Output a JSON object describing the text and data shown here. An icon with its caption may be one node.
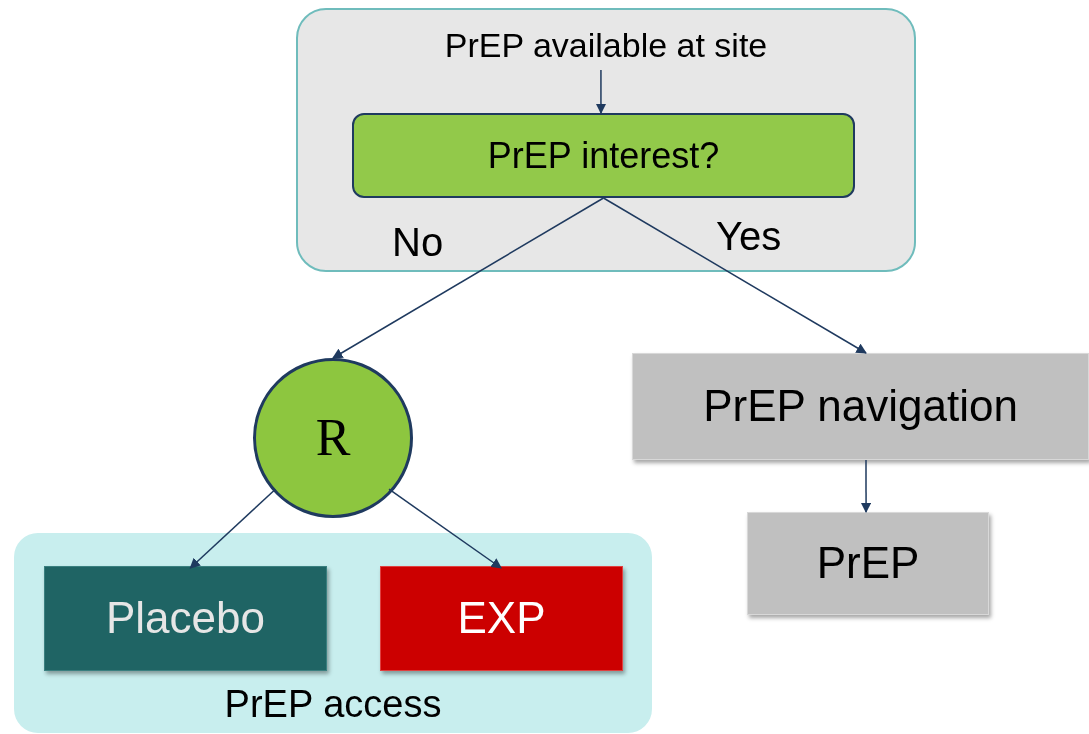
{
  "diagram": {
    "nodes": [
      {
        "text": [],
        "shape": "box"
      },
      {
        "text": [
          "PrEP available at site"
        ],
        "in": 0
      },
      {
        "text": [
          "PrEP interest?"
        ],
        "in": 0
      },
      {
        "text": [
          "R"
        ]
      },
      {
        "text": [
          "PrEP navigation"
        ]
      },
      {
        "text": [
          "PrEP"
        ]
      },
      {
        "text": [
          "PrEP access"
        ]
      },
      {
        "text": [
          "Placebo"
        ],
        "in": 6
      },
      {
        "text": [
          "EXP"
        ],
        "in": 6
      }
    ],
    "edges": [
      {
        "from": 1,
        "to": 2,
        "arrow": "to"
      },
      {
        "from": 2,
        "to": 3,
        "arrow": "to",
        "label": "No"
      },
      {
        "from": 2,
        "to": 4,
        "arrow": "to",
        "label": "Yes"
      },
      {
        "from": 4,
        "to": 5,
        "arrow": "to"
      },
      {
        "from": 3,
        "to": 7,
        "arrow": "to"
      },
      {
        "from": 3,
        "to": 8,
        "arrow": "to"
      }
    ]
  }
}
